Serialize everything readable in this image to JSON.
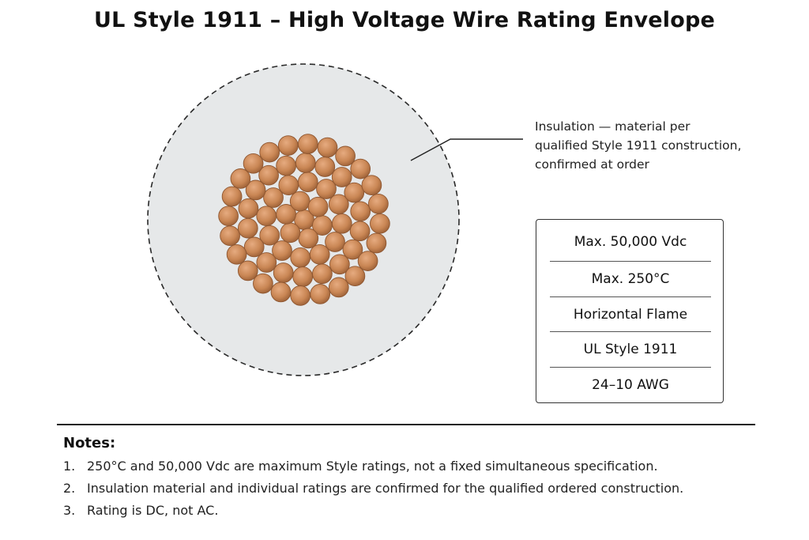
{
  "title": "UL Style 1911 – High Voltage Wire Rating Envelope",
  "callout": {
    "lines": [
      "Insulation — material per",
      "qualified Style 1911 construction,",
      "confirmed at order"
    ]
  },
  "ratings": [
    "Max. 50,000 Vdc",
    "Max. 250°C",
    "Horizontal Flame",
    "UL Style 1911",
    "24–10 AWG"
  ],
  "notes": {
    "heading": "Notes:",
    "items": [
      {
        "num": "1.",
        "text": "250°C and 50,000 Vdc are maximum Style ratings, not a fixed simultaneous specification."
      },
      {
        "num": "2.",
        "text": "Insulation material and individual ratings are confirmed for the qualified ordered construction."
      },
      {
        "num": "3.",
        "text": "Rating is DC, not AC."
      }
    ]
  },
  "colors": {
    "insulation": "#e6e8e9",
    "insulation_edge": "#2a2a2a",
    "copper": "#c98654",
    "copper_dark": "#8e5630",
    "copper_light": "#e3a57a"
  }
}
